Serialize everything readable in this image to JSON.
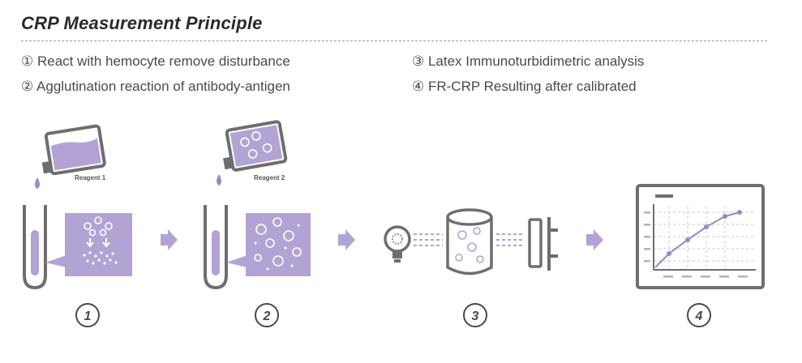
{
  "header": {
    "title": "CRP Measurement Principle"
  },
  "steps": [
    {
      "text": "① React with hemocyte remove  disturbance"
    },
    {
      "text": "② Agglutination reaction of antibody-antigen"
    },
    {
      "text": "③ Latex Immunoturbidimetric analysis"
    },
    {
      "text": "④ FR-CRP Resulting after calibrated"
    }
  ],
  "reagents": {
    "r1": "Reagent 1",
    "r2": "Reagent 2"
  },
  "badges": [
    "1",
    "2",
    "3",
    "4"
  ],
  "colors": {
    "accent": "#b3a3d4",
    "accent_dark": "#9a88c6",
    "gray": "#6e6e6e",
    "text": "#4a4a4a"
  }
}
